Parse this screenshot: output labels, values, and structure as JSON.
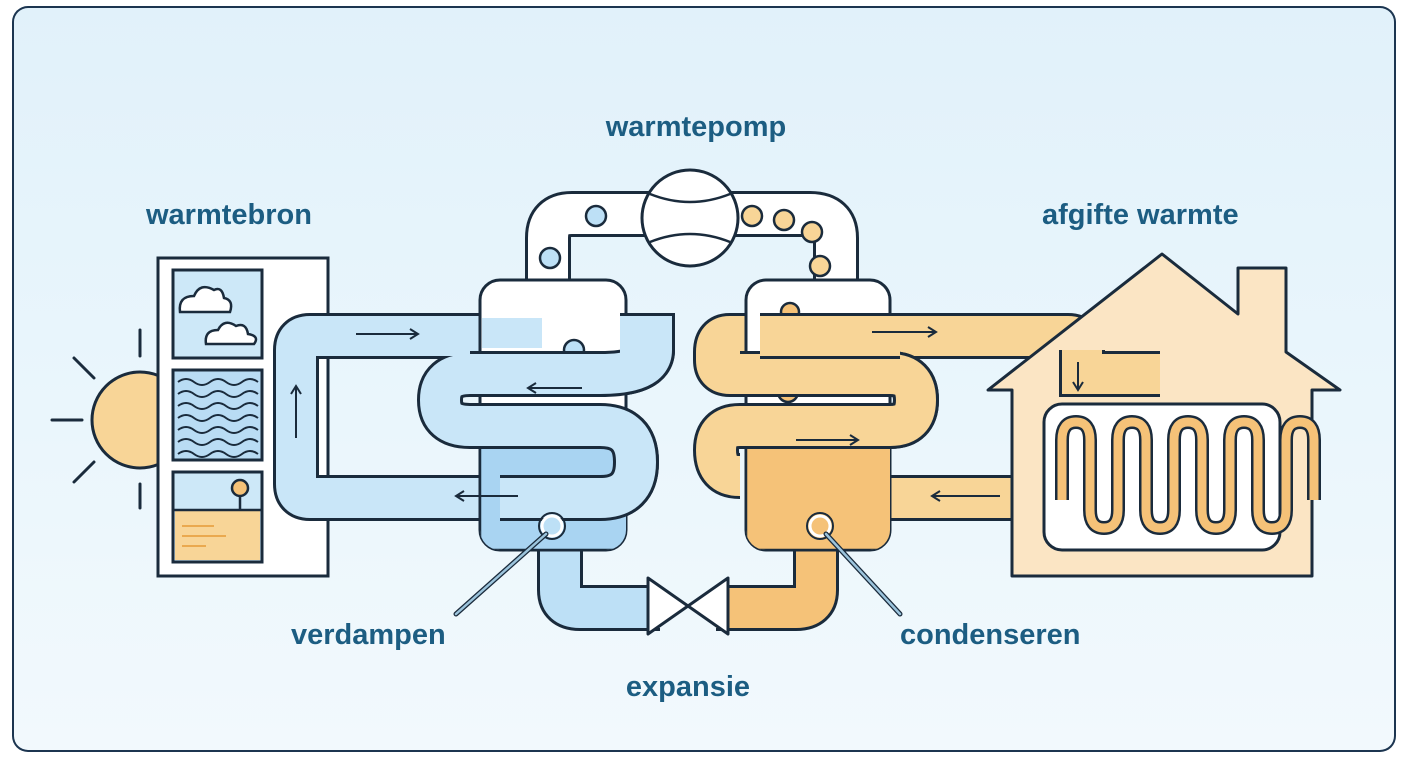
{
  "diagram": {
    "title": "warmtepomp",
    "labels": {
      "source": "warmtebron",
      "output": "afgifte warmte",
      "evaporate": "verdampen",
      "condense": "condenseren",
      "expansion": "expansie"
    },
    "colors": {
      "cold_fluid": "#bde0f6",
      "cold_fill": "#a9d4f2",
      "warm_fluid": "#f8d597",
      "warm_fill": "#f5c278",
      "outline": "#1a2b3c",
      "label": "#1c5d82",
      "house": "#fbe5c4"
    },
    "icons": [
      "sun-icon",
      "cloud-icon",
      "water-waves-icon",
      "tree-icon",
      "compressor-icon",
      "expansion-valve-icon",
      "house-icon",
      "radiator-icon",
      "arrow-icon"
    ]
  }
}
